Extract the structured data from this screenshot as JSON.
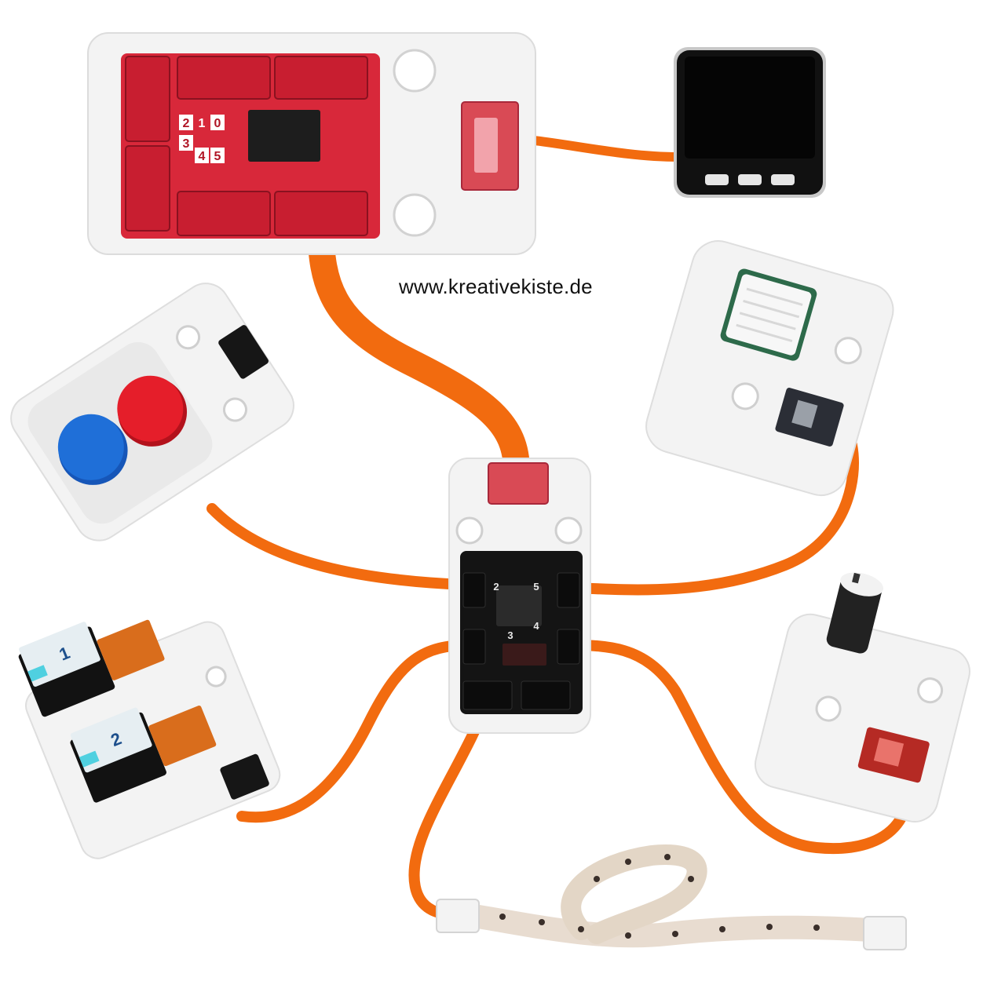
{
  "website": "www.kreativekiste.de",
  "hub_labels": {
    "port_2": "2",
    "port_3": "3",
    "port_4": "4",
    "port_5": "5"
  },
  "pbhub_labels": {
    "ch1": "1",
    "ch2": "2",
    "ch0": "0",
    "ch3": "3",
    "ch4": "4",
    "ch5": "5"
  },
  "relay_labels": {
    "relay1": "1",
    "relay2": "2"
  },
  "colors": {
    "cable": "#f26b0f",
    "pbhub_red": "#d8283a",
    "grove_red": "#d94a55",
    "button_blue": "#1f6fd8",
    "button_red": "#e51e2a",
    "device_body": "#f4f4f4",
    "screen": "#0b0b0b",
    "hub_black": "#141414",
    "relay_cyan": "#4fd0e0",
    "relay_orange": "#d96d1c",
    "led_strip": "#e8dcd0"
  },
  "icons": {
    "button_unit": "dual-button-icon",
    "core_device": "m5stack-core-icon",
    "hub": "grove-hub-icon",
    "relay": "relay-module-icon",
    "sensor": "sensor-unit-icon",
    "angle": "potentiometer-icon",
    "led_strip": "led-strip-icon"
  }
}
